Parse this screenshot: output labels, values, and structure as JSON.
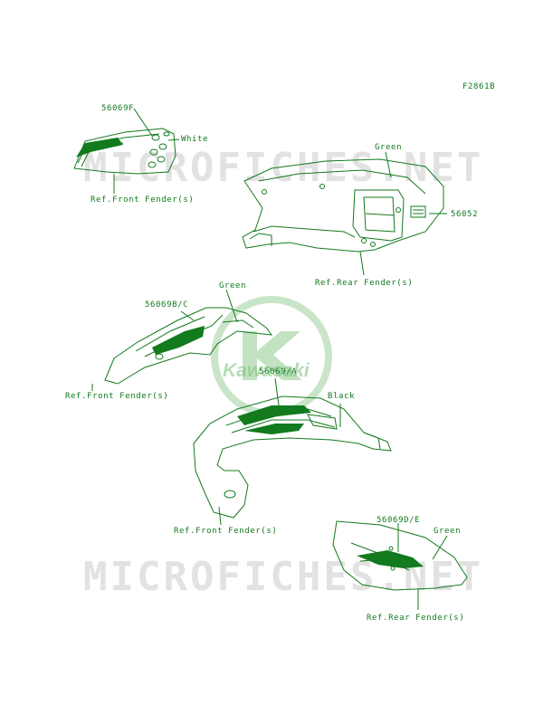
{
  "figure": {
    "code": "F2861B"
  },
  "watermark": {
    "text": "MICROFICHES.NET",
    "brand": "Kawasaki"
  },
  "labels": {
    "part_56069F": "56069F",
    "color_white": "White",
    "ref_front_fender_1": "Ref.Front Fender(s)",
    "color_green_1": "Green",
    "part_56052": "56052",
    "ref_rear_fender_1": "Ref.Rear Fender(s)",
    "color_green_2": "Green",
    "part_56069BC": "56069B/C",
    "ref_front_fender_2": "Ref.Front Fender(s)",
    "part_56069A": "56069/A",
    "color_black": "Black",
    "ref_front_fender_3": "Ref.Front Fender(s)",
    "part_56069DE": "56069D/E",
    "color_green_3": "Green",
    "ref_rear_fender_2": "Ref.Rear Fender(s)"
  },
  "colors": {
    "line": "#137a1e",
    "watermark": "#999999",
    "logo": "#7cc07c"
  }
}
